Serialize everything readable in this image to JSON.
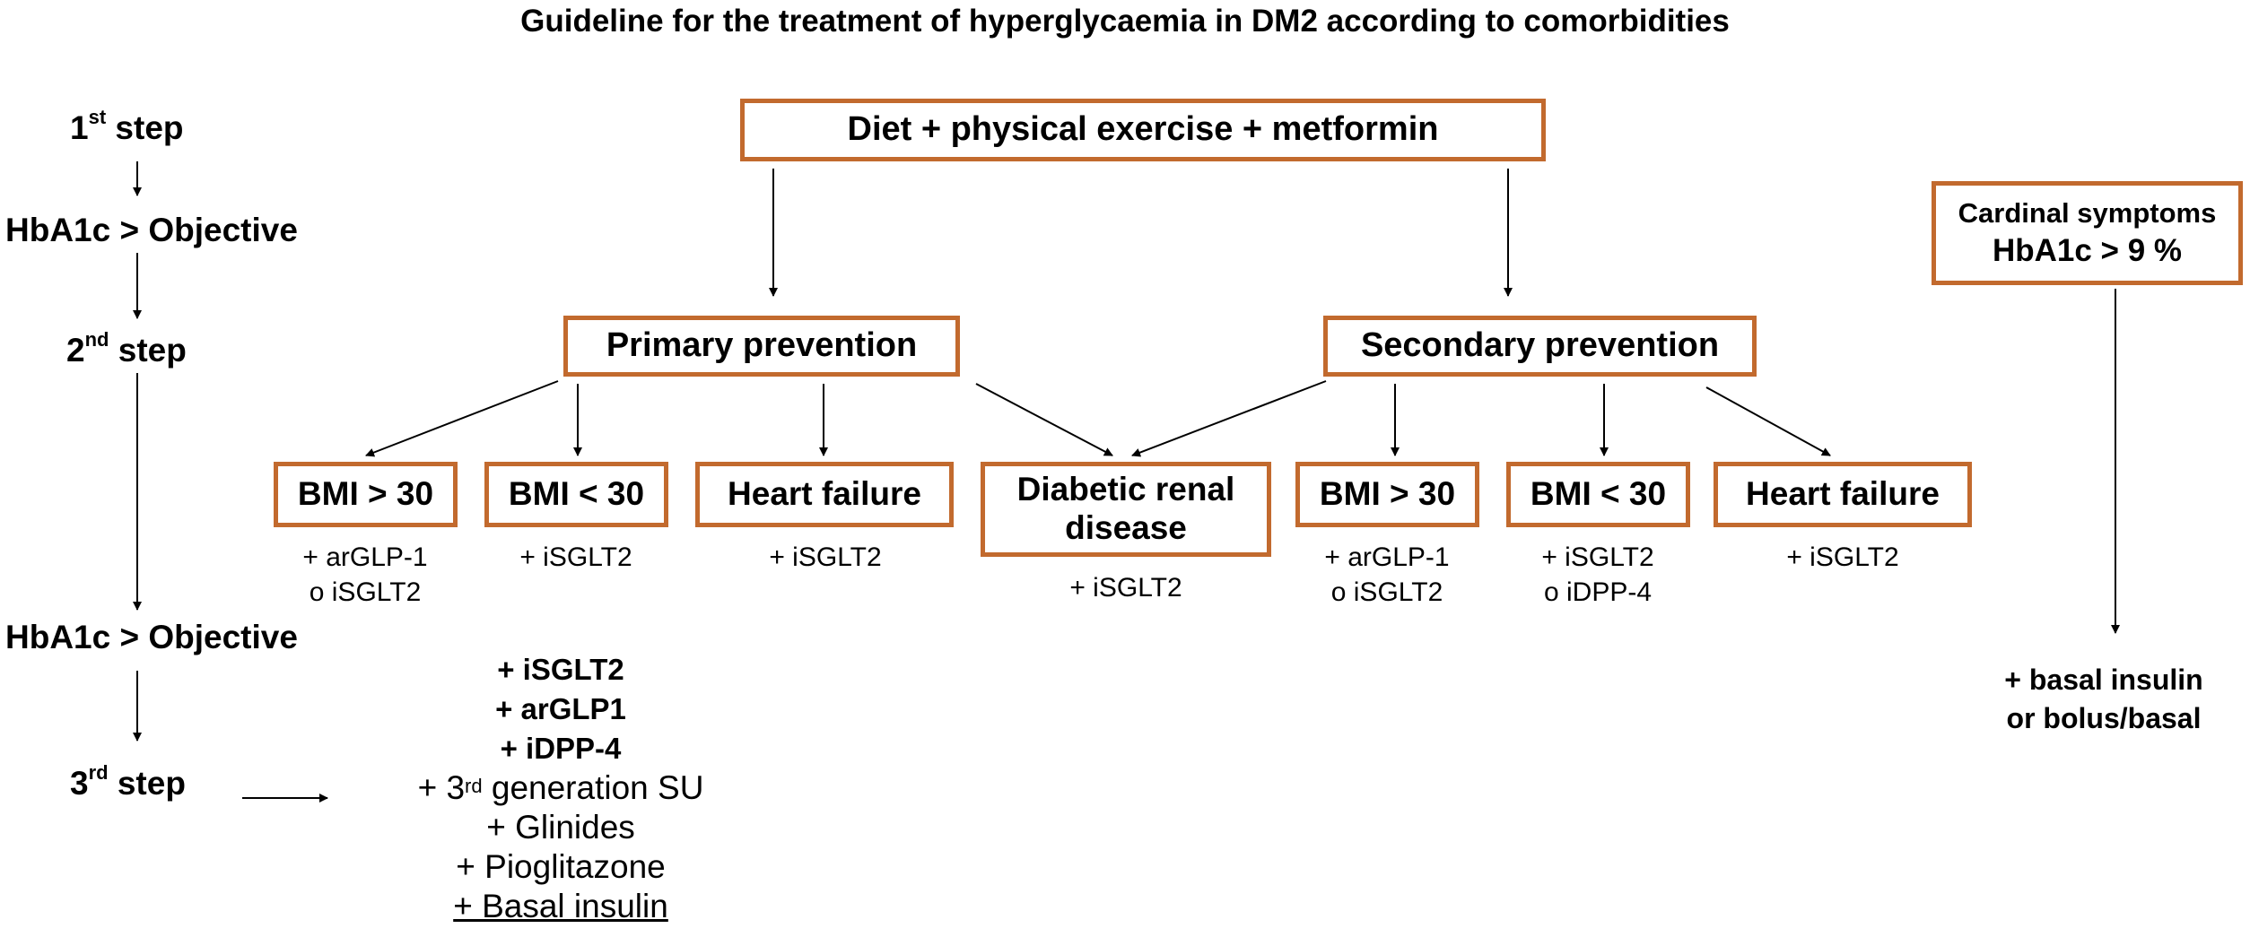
{
  "title": "Guideline for the treatment of hyperglycaemia in DM2 according to comorbidities",
  "left_steps": {
    "step1_main": "1",
    "step1_sup": "st",
    "step1_word": "step",
    "objective1": "HbA1c > Objective",
    "step2_main": "2",
    "step2_sup": "nd",
    "step2_word": "step",
    "objective2": "HbA1c > Objective",
    "step3_main": "3",
    "step3_sup": "rd",
    "step3_word": "step"
  },
  "top_box": "Diet + physical exercise + metformin",
  "primary_prevention": "Primary prevention",
  "secondary_prevention": "Secondary prevention",
  "cardinal": {
    "line1": "Cardinal symptoms",
    "line2": "HbA1c > 9 %"
  },
  "cardinal_result": {
    "line1": "+ basal insulin",
    "line2": "or bolus/basal"
  },
  "comorbidities": [
    {
      "label": "BMI > 30",
      "treatment": [
        "+ arGLP-1",
        "o iSGLT2"
      ]
    },
    {
      "label": "BMI < 30",
      "treatment": [
        "+ iSGLT2"
      ]
    },
    {
      "label": "Heart failure",
      "treatment": [
        "+ iSGLT2"
      ]
    },
    {
      "label_line1": "Diabetic renal",
      "label_line2": "disease",
      "treatment": [
        "+ iSGLT2"
      ]
    },
    {
      "label": "BMI > 30",
      "treatment": [
        "+ arGLP-1",
        "o iSGLT2"
      ]
    },
    {
      "label": "BMI < 30",
      "treatment": [
        "+ iSGLT2",
        "o iDPP-4"
      ]
    },
    {
      "label": "Heart failure",
      "treatment": [
        "+ iSGLT2"
      ]
    }
  ],
  "third_step_options": {
    "bold": [
      "+ iSGLT2",
      "+ arGLP1",
      "+ iDPP-4"
    ],
    "su_prefix": "+ 3",
    "su_sup": "rd",
    "su_suffix": " generation SU",
    "glinides": "+ Glinides",
    "pioglitazone": "+ Pioglitazone",
    "basal": "+ Basal insulin"
  },
  "colors": {
    "box_border": "#c26a2e",
    "text": "#000000"
  }
}
